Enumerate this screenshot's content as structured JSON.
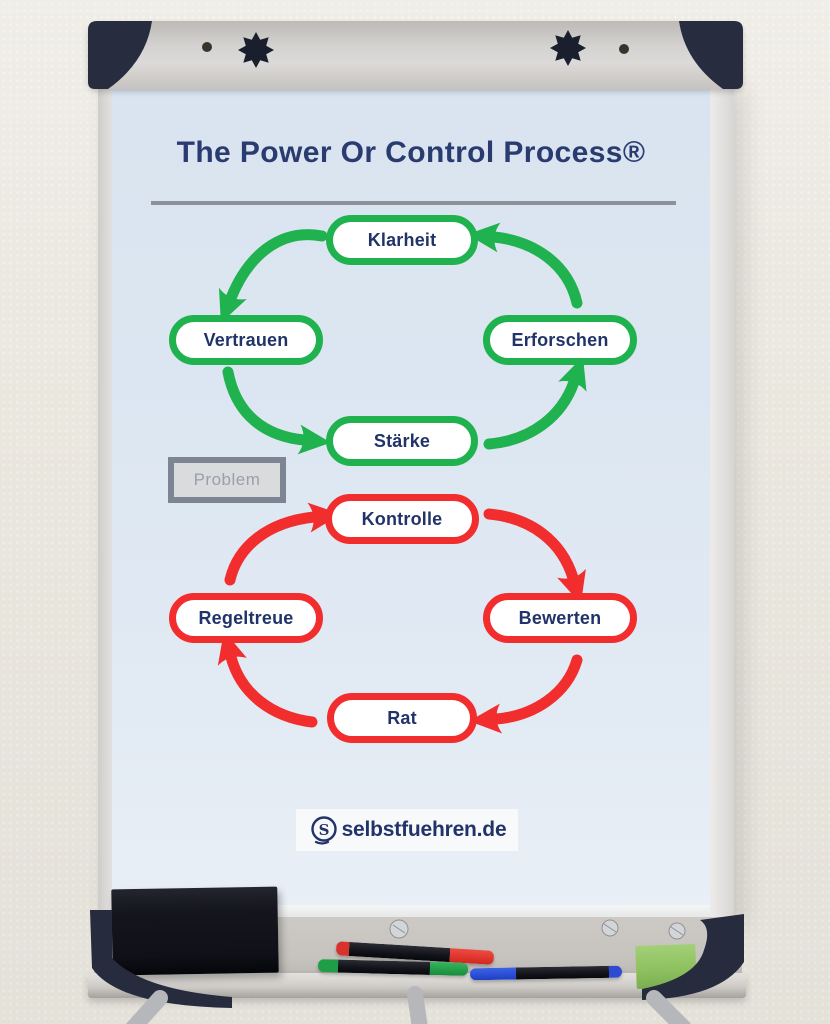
{
  "poster": {
    "title": "The Power Or Control Process®",
    "brand": {
      "text": "selbstfuehren.de",
      "icon": "s-in-circle"
    }
  },
  "green_cycle": {
    "color": "#1fb24e",
    "direction": "counterclockwise",
    "nodes": [
      {
        "label": "Klarheit",
        "position": "top"
      },
      {
        "label": "Erforschen",
        "position": "right"
      },
      {
        "label": "Stärke",
        "position": "bottom"
      },
      {
        "label": "Vertrauen",
        "position": "left"
      }
    ]
  },
  "red_cycle": {
    "color": "#f22d2d",
    "direction": "clockwise",
    "nodes": [
      {
        "label": "Kontrolle",
        "position": "top"
      },
      {
        "label": "Bewerten",
        "position": "right"
      },
      {
        "label": "Rat",
        "position": "bottom"
      },
      {
        "label": "Regeltreue",
        "position": "left"
      }
    ]
  },
  "problem": {
    "label": "Problem"
  },
  "colors": {
    "title_navy": "#2a3b6f",
    "label_navy": "#22336a",
    "paper_blue": "#dde7f2",
    "problem_gray": "#7d8595",
    "hardware_navy": "#272c3e"
  },
  "equipment": {
    "eraser": "black",
    "sponge": "green",
    "marker_colors": [
      "red",
      "green",
      "blue"
    ]
  }
}
